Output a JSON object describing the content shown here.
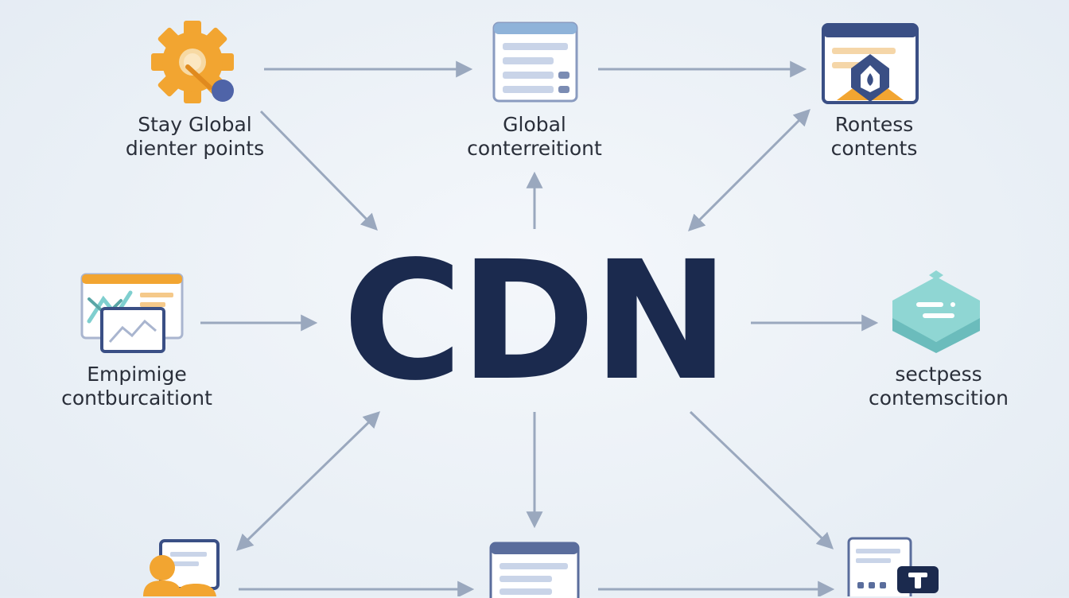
{
  "center": {
    "title": "CDN"
  },
  "nodes": {
    "top_left": {
      "line1": "Stay Global",
      "line2": "dienter points",
      "icon": "gear-icon"
    },
    "top_center": {
      "line1": "Global",
      "line2": "conterreitiont",
      "icon": "list-window-icon"
    },
    "top_right": {
      "line1": "Rontess",
      "line2": "contents",
      "icon": "shield-window-icon"
    },
    "middle_left": {
      "line1": "Empimige",
      "line2": "contburcaitiont",
      "icon": "chart-window-icon"
    },
    "middle_right": {
      "line1": "sectpess",
      "line2": "contemscition",
      "icon": "server-cube-icon"
    },
    "bottom_left": {
      "icon": "users-icon"
    },
    "bottom_center": {
      "icon": "list-window-icon"
    },
    "bottom_right": {
      "icon": "calendar-window-icon"
    }
  },
  "colors": {
    "title": "#1b2a4e",
    "arrow": "#9aa8be",
    "accent_orange": "#f2a531",
    "accent_blue": "#3a4f85",
    "accent_teal": "#7fcfcf",
    "window_header": "#8fb3d9"
  }
}
